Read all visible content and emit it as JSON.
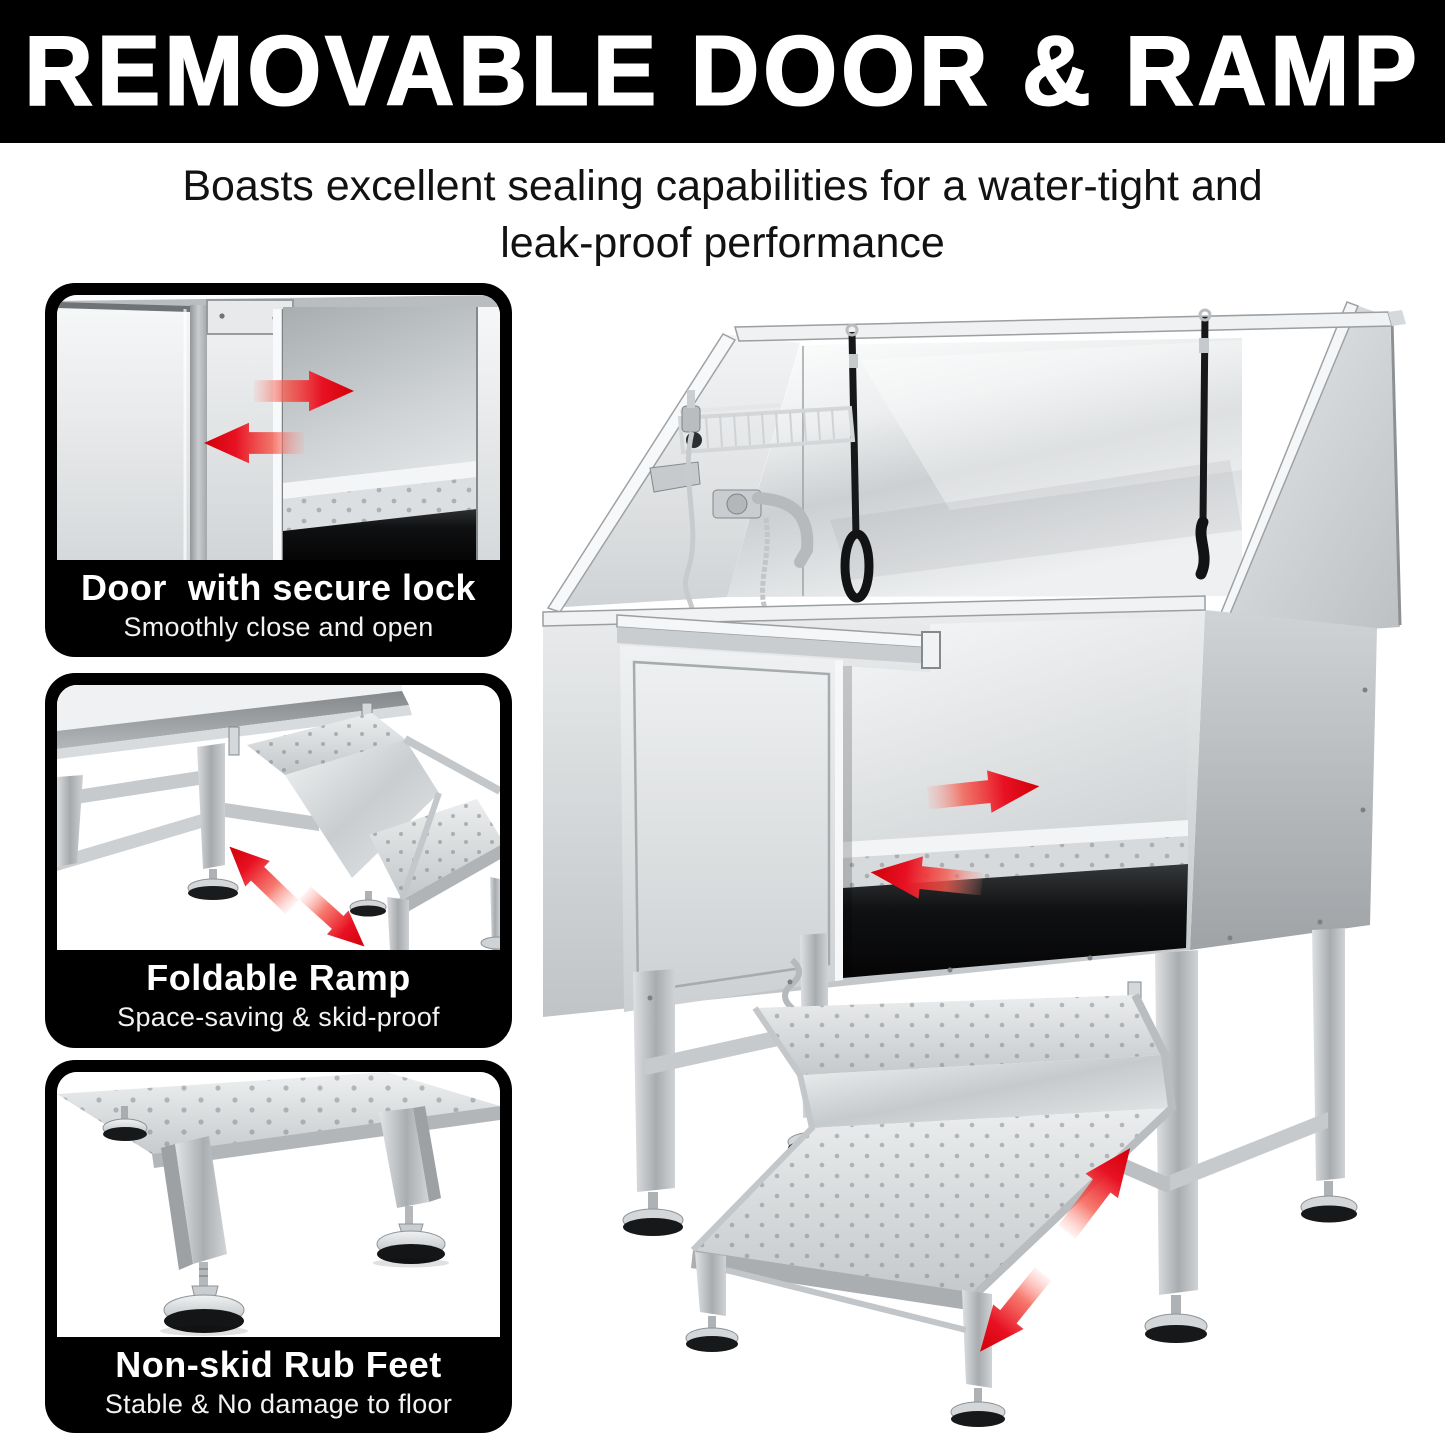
{
  "page": {
    "background": "#ffffff"
  },
  "header": {
    "title": "REMOVABLE DOOR & RAMP",
    "background": "#000000",
    "text_color": "#ffffff"
  },
  "subtitle": {
    "line1": "Boasts excellent sealing capabilities for a water-tight and",
    "line2": "leak-proof performance",
    "text_color": "#121212"
  },
  "features": [
    {
      "title": "Door  with secure lock",
      "subtitle": "Smoothly close and open",
      "photo": "sliding-door-closeup",
      "icons": [
        "arrow-right-icon",
        "arrow-left-icon"
      ]
    },
    {
      "title": "Foldable Ramp",
      "subtitle": "Space-saving & skid-proof",
      "photo": "folded-ramp-underframe",
      "icons": [
        "arrow-up-left-icon",
        "arrow-down-right-icon"
      ]
    },
    {
      "title": "Non-skid Rub Feet",
      "subtitle": "Stable & No damage to floor",
      "photo": "adjustable-feet-closeup",
      "icons": []
    }
  ],
  "main_photo": {
    "name": "stainless-grooming-tub-with-removable-door-and-ramp",
    "icons": [
      "arrow-right-icon",
      "arrow-left-icon",
      "arrow-up-right-icon",
      "arrow-down-left-icon"
    ]
  },
  "colors": {
    "accent_red": "#e60012",
    "panel_black": "#000000",
    "caption_text": "#ffffff",
    "steel_light": "#f4f5f6",
    "steel_mid": "#c6cacc",
    "steel_dark": "#8d9194",
    "mat_black": "#0a0a0b"
  }
}
